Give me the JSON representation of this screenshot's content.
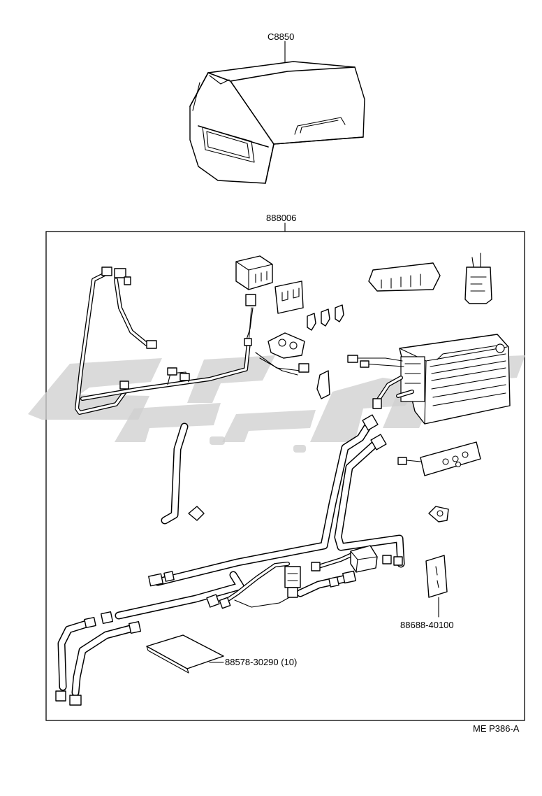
{
  "labels": {
    "kit_case": "C8850",
    "kit_assembly": "888006",
    "bracket": "88688-40100",
    "pad_sheet": "88578-30290 (10)",
    "figure_code": "ME P386-A"
  },
  "watermark": {
    "color": "#cfcfcf"
  }
}
